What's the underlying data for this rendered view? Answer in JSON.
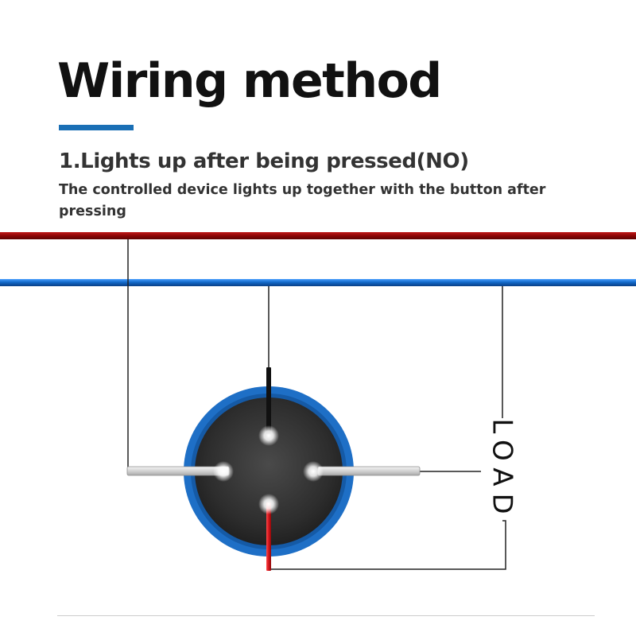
{
  "header": {
    "title": "Wiring method",
    "section_title": "1.Lights up after being pressed(NO)",
    "description": "The controlled device lights up together with the button after pressing"
  },
  "diagram": {
    "load_label": "LOAD",
    "colors": {
      "live_wire": "#a00d0d",
      "neutral_wire": "#1268c8",
      "button_ring": "#1e6fc6",
      "button_face": "#2b2b2b",
      "red_pin": "#d4141c",
      "pin_glow": "#ffffff",
      "thin_wire": "#222222"
    }
  }
}
